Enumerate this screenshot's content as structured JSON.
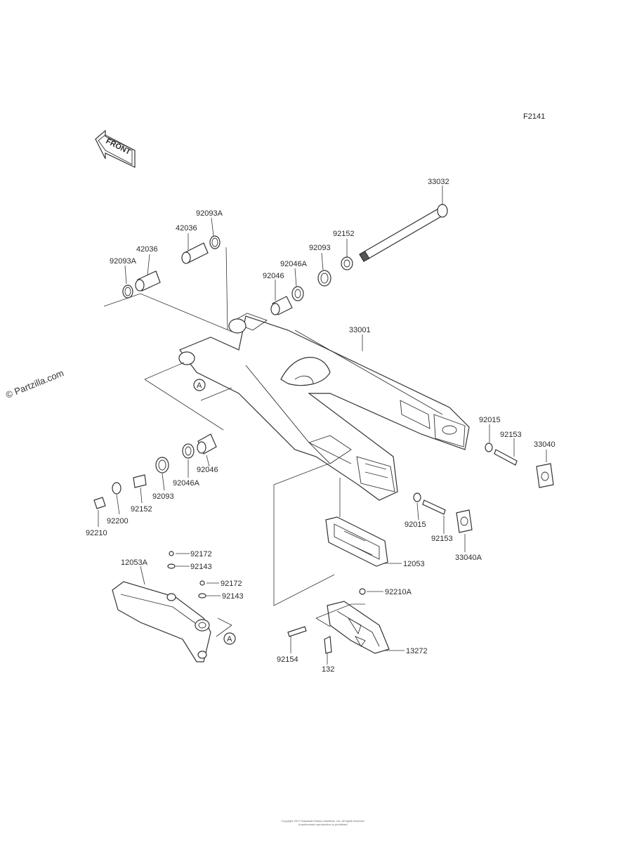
{
  "figure_code": "F2141",
  "watermark": "© Partzilla.com",
  "front_badge": "FRONT",
  "copyright_line1": "Copyright 2017 Kawasaki Heavy Industries, Ltd. All rights reserved.",
  "copyright_line2": "Unauthorized reproduction is prohibited.",
  "callout_marker": "A",
  "parts": {
    "p33032": "33032",
    "p92093a_top": "92093A",
    "p42036_top": "42036",
    "p42036_left": "42036",
    "p92093a_left": "92093A",
    "p92152_top": "92152",
    "p92093_top": "92093",
    "p92046a_top": "92046A",
    "p92046_top": "92046",
    "p33001": "33001",
    "p92015_right": "92015",
    "p92153_right": "92153",
    "p33040": "33040",
    "p92046_low": "92046",
    "p92046a_low": "92046A",
    "p92093_low": "92093",
    "p92152_low": "92152",
    "p92200": "92200",
    "p92210": "92210",
    "p92015_low": "92015",
    "p92153_low": "92153",
    "p33040a": "33040A",
    "p12053": "12053",
    "p12053a": "12053A",
    "p92172_a": "92172",
    "p92143_a": "92143",
    "p92172_b": "92172",
    "p92143_b": "92143",
    "p92210a": "92210A",
    "p92154": "92154",
    "p132": "132",
    "p13272": "13272"
  }
}
